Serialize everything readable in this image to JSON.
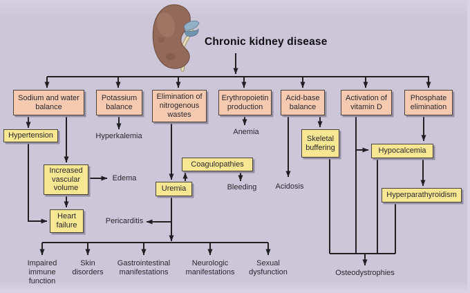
{
  "title": "Chronic kidney disease",
  "colors": {
    "background": "#ccc6d8",
    "primary_box_fill": "#f6cab1",
    "secondary_box_fill": "#f7e793",
    "box_border": "#49423a",
    "box_shadow": "#948ea3",
    "connector": "#1f1f24",
    "kidney_body": "#936a59",
    "kidney_vessels": "#94b0c5",
    "kidney_ureter": "#e6dcba"
  },
  "illustration": {
    "name": "kidney"
  },
  "primary_boxes": [
    {
      "id": "sodium-water-balance",
      "label": "Sodium and water\nbalance"
    },
    {
      "id": "potassium-balance",
      "label": "Potassium\nbalance"
    },
    {
      "id": "elimination-nitrogenous-wastes",
      "label": "Elimination of\nnitrogenous\nwastes"
    },
    {
      "id": "erythropoietin-production",
      "label": "Erythropoietin\nproduction"
    },
    {
      "id": "acid-base-balance",
      "label": "Acid-base\nbalance"
    },
    {
      "id": "activation-vitamin-d",
      "label": "Activation of\nvitamin D"
    },
    {
      "id": "phosphate-elimination",
      "label": "Phosphate\nelimination"
    }
  ],
  "secondary_boxes": [
    {
      "id": "hypertension",
      "label": "Hypertension"
    },
    {
      "id": "increased-vascular-volume",
      "label": "Increased\nvascular\nvolume"
    },
    {
      "id": "heart-failure",
      "label": "Heart\nfailure"
    },
    {
      "id": "coagulopathies",
      "label": "Coagulopathies"
    },
    {
      "id": "uremia",
      "label": "Uremia"
    },
    {
      "id": "skeletal-buffering",
      "label": "Skeletal\nbuffering"
    },
    {
      "id": "hypocalcemia",
      "label": "Hypocalcemia"
    },
    {
      "id": "hyperparathyroidism",
      "label": "Hyperparathyroidism"
    }
  ],
  "text_labels": [
    {
      "id": "hyperkalemia",
      "label": "Hyperkalemia"
    },
    {
      "id": "anemia",
      "label": "Anemia"
    },
    {
      "id": "edema",
      "label": "Edema"
    },
    {
      "id": "bleeding",
      "label": "Bleeding"
    },
    {
      "id": "acidosis",
      "label": "Acidosis"
    },
    {
      "id": "pericarditis",
      "label": "Pericarditis"
    },
    {
      "id": "impaired-immune-function",
      "label": "Impaired\nimmune\nfunction"
    },
    {
      "id": "skin-disorders",
      "label": "Skin\ndisorders"
    },
    {
      "id": "gastrointestinal-manifestations",
      "label": "Gastrointestinal\nmanifestations"
    },
    {
      "id": "neurologic-manifestations",
      "label": "Neurologic\nmanifestations"
    },
    {
      "id": "sexual-dysfunction",
      "label": "Sexual\ndysfunction"
    },
    {
      "id": "osteodystrophies",
      "label": "Osteodystrophies"
    }
  ]
}
